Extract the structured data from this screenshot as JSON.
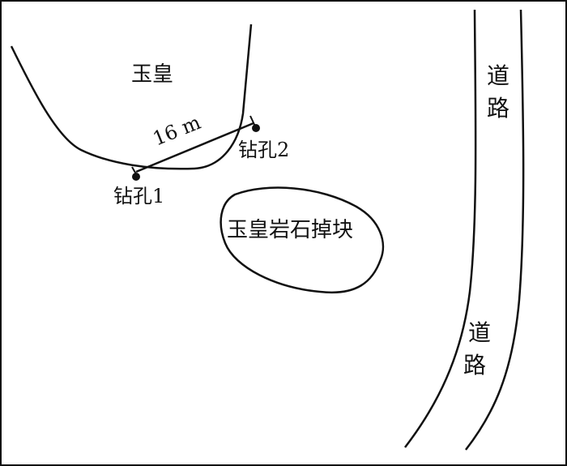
{
  "diagram": {
    "labels": {
      "peak": "玉皇",
      "rockfall": "玉皇岩石掉块",
      "borehole_1": "钻孔1",
      "borehole_2": "钻孔2",
      "distance": "16 m",
      "road_top_char_1": "道",
      "road_top_char_2": "路",
      "road_bottom_char_1": "道",
      "road_bottom_char_2": "路"
    },
    "colors": {
      "line": "#111111",
      "background": "#ffffff"
    }
  }
}
